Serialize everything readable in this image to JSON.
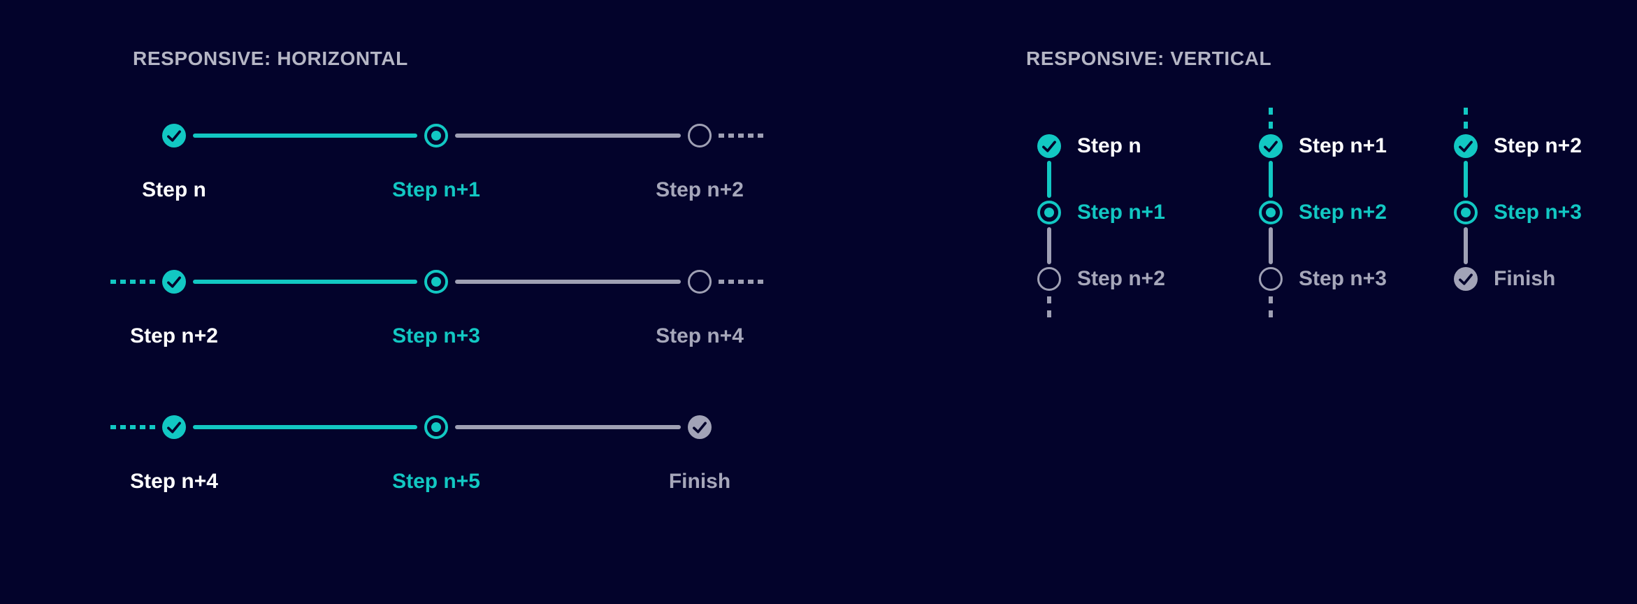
{
  "colors": {
    "background": "#03032b",
    "accent": "#12C8C3",
    "inactive_line": "#9FA0B4",
    "finish_fill": "#A2A3B7",
    "heading_text": "#B5B6C5",
    "label_done": "#FFFFFF",
    "label_current": "#12C8C3",
    "label_inactive": "#A6A7BA"
  },
  "sections": [
    {
      "title": "RESPONSIVE: HORIZONTAL",
      "orientation": "horizontal",
      "steppers": [
        {
          "lead_dash": false,
          "trail_dash": true,
          "steps": [
            {
              "label": "Step n",
              "state": "done"
            },
            {
              "label": "Step n+1",
              "state": "current"
            },
            {
              "label": "Step n+2",
              "state": "open"
            }
          ]
        },
        {
          "lead_dash": true,
          "trail_dash": true,
          "steps": [
            {
              "label": "Step n+2",
              "state": "done"
            },
            {
              "label": "Step n+3",
              "state": "current"
            },
            {
              "label": "Step n+4",
              "state": "open"
            }
          ]
        },
        {
          "lead_dash": true,
          "trail_dash": false,
          "steps": [
            {
              "label": "Step n+4",
              "state": "done"
            },
            {
              "label": "Step n+5",
              "state": "current"
            },
            {
              "label": "Finish",
              "state": "finish"
            }
          ]
        }
      ]
    },
    {
      "title": "RESPONSIVE: VERTICAL",
      "orientation": "vertical",
      "steppers": [
        {
          "lead_dash": false,
          "trail_dash": true,
          "steps": [
            {
              "label": "Step n",
              "state": "done"
            },
            {
              "label": "Step n+1",
              "state": "current"
            },
            {
              "label": "Step n+2",
              "state": "open"
            }
          ]
        },
        {
          "lead_dash": true,
          "trail_dash": true,
          "steps": [
            {
              "label": "Step n+1",
              "state": "done"
            },
            {
              "label": "Step n+2",
              "state": "current"
            },
            {
              "label": "Step n+3",
              "state": "open"
            }
          ]
        },
        {
          "lead_dash": true,
          "trail_dash": false,
          "steps": [
            {
              "label": "Step n+2",
              "state": "done"
            },
            {
              "label": "Step n+3",
              "state": "current"
            },
            {
              "label": "Finish",
              "state": "finish"
            }
          ]
        }
      ]
    }
  ]
}
